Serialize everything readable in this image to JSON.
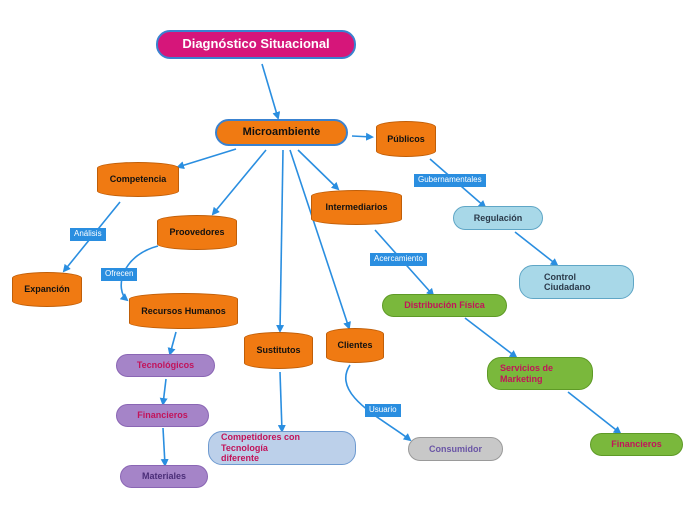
{
  "nodes": {
    "root": "Diagnóstico Situacional",
    "micro": "Microambiente",
    "publicos": "Públicos",
    "competencia": "Competencia",
    "expancion": "Expanción",
    "proovedores": "Proovedores",
    "rrhh": "Recursos Humanos",
    "tecnologicos": "Tecnológicos",
    "financieros1": "Financieros",
    "materiales": "Materiales",
    "sustitutos": "Sustitutos",
    "competidores": "Competidores con Tecnología diferente",
    "clientes": "Clientes",
    "consumidor": "Consumidor",
    "intermediarios": "Intermediarios",
    "distribucion": "Distribución Física",
    "servicios": "Servicios de Marketing",
    "financieros2": "Financieros",
    "regulacion": "Regulación",
    "control": "Control Ciudadano"
  },
  "labels": {
    "analisis": "Análisis",
    "ofrecen": "Ofrecen",
    "acercamiento": "Acercamiento",
    "gubernamentales": "Gubernamentales",
    "usuario": "Usuario"
  },
  "colors": {
    "connector": "#2a8ee0",
    "root": "#d6167a",
    "orange": "#f07a12",
    "purple": "#a584c8",
    "green": "#7ab83c",
    "light_blue": "#a8d8e8"
  }
}
